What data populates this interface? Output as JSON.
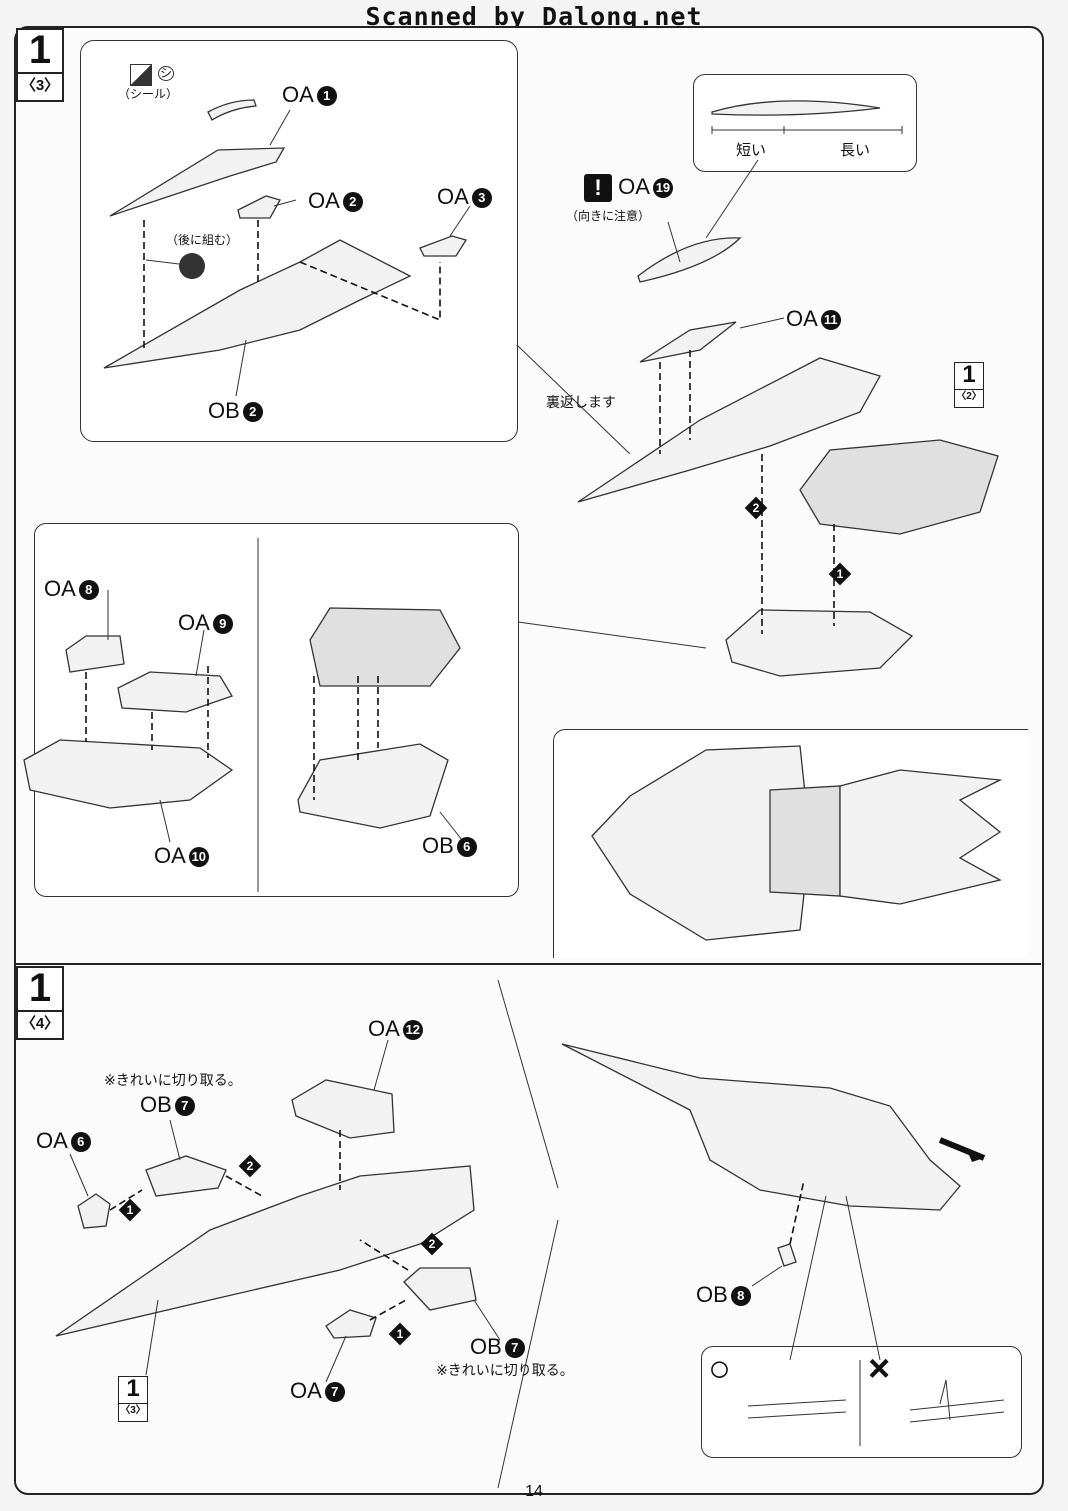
{
  "header": {
    "scan_credit": "Scanned by Dalong.net"
  },
  "page_number": "14",
  "section_top": {
    "step": {
      "number": "1",
      "sub": "〈3〉"
    },
    "panel_a": {
      "sticker_mark": "シ",
      "sticker_label": "（シール）",
      "later_note": "（後に組む）",
      "parts": [
        {
          "prefix": "OA",
          "num": "1"
        },
        {
          "prefix": "OA",
          "num": "2"
        },
        {
          "prefix": "OA",
          "num": "3"
        },
        {
          "prefix": "OB",
          "num": "2"
        }
      ]
    },
    "flip_note": "裏返します",
    "callout": {
      "short": "短い",
      "long": "長い"
    },
    "caution_part": {
      "prefix": "OA",
      "num": "19",
      "note": "（向きに注意）"
    },
    "part_oa11": {
      "prefix": "OA",
      "num": "11"
    },
    "ref_step": {
      "number": "1",
      "sub": "〈2〉"
    },
    "order_marks": [
      "2",
      "1"
    ],
    "panel_b": {
      "parts": [
        {
          "prefix": "OA",
          "num": "8"
        },
        {
          "prefix": "OA",
          "num": "9"
        },
        {
          "prefix": "OA",
          "num": "10"
        },
        {
          "prefix": "OB",
          "num": "6"
        }
      ]
    }
  },
  "section_bottom": {
    "step": {
      "number": "1",
      "sub": "〈4〉"
    },
    "cut_note": "※きれいに切り取る。",
    "parts": [
      {
        "prefix": "OA",
        "num": "12"
      },
      {
        "prefix": "OB",
        "num": "7"
      },
      {
        "prefix": "OA",
        "num": "6"
      },
      {
        "prefix": "OB",
        "num": "7"
      },
      {
        "prefix": "OA",
        "num": "7"
      },
      {
        "prefix": "OB",
        "num": "8"
      }
    ],
    "ref_step": {
      "number": "1",
      "sub": "〈3〉"
    },
    "order_marks": [
      "1",
      "2",
      "2",
      "1"
    ],
    "ok_mark": "○",
    "ng_mark": "×"
  }
}
